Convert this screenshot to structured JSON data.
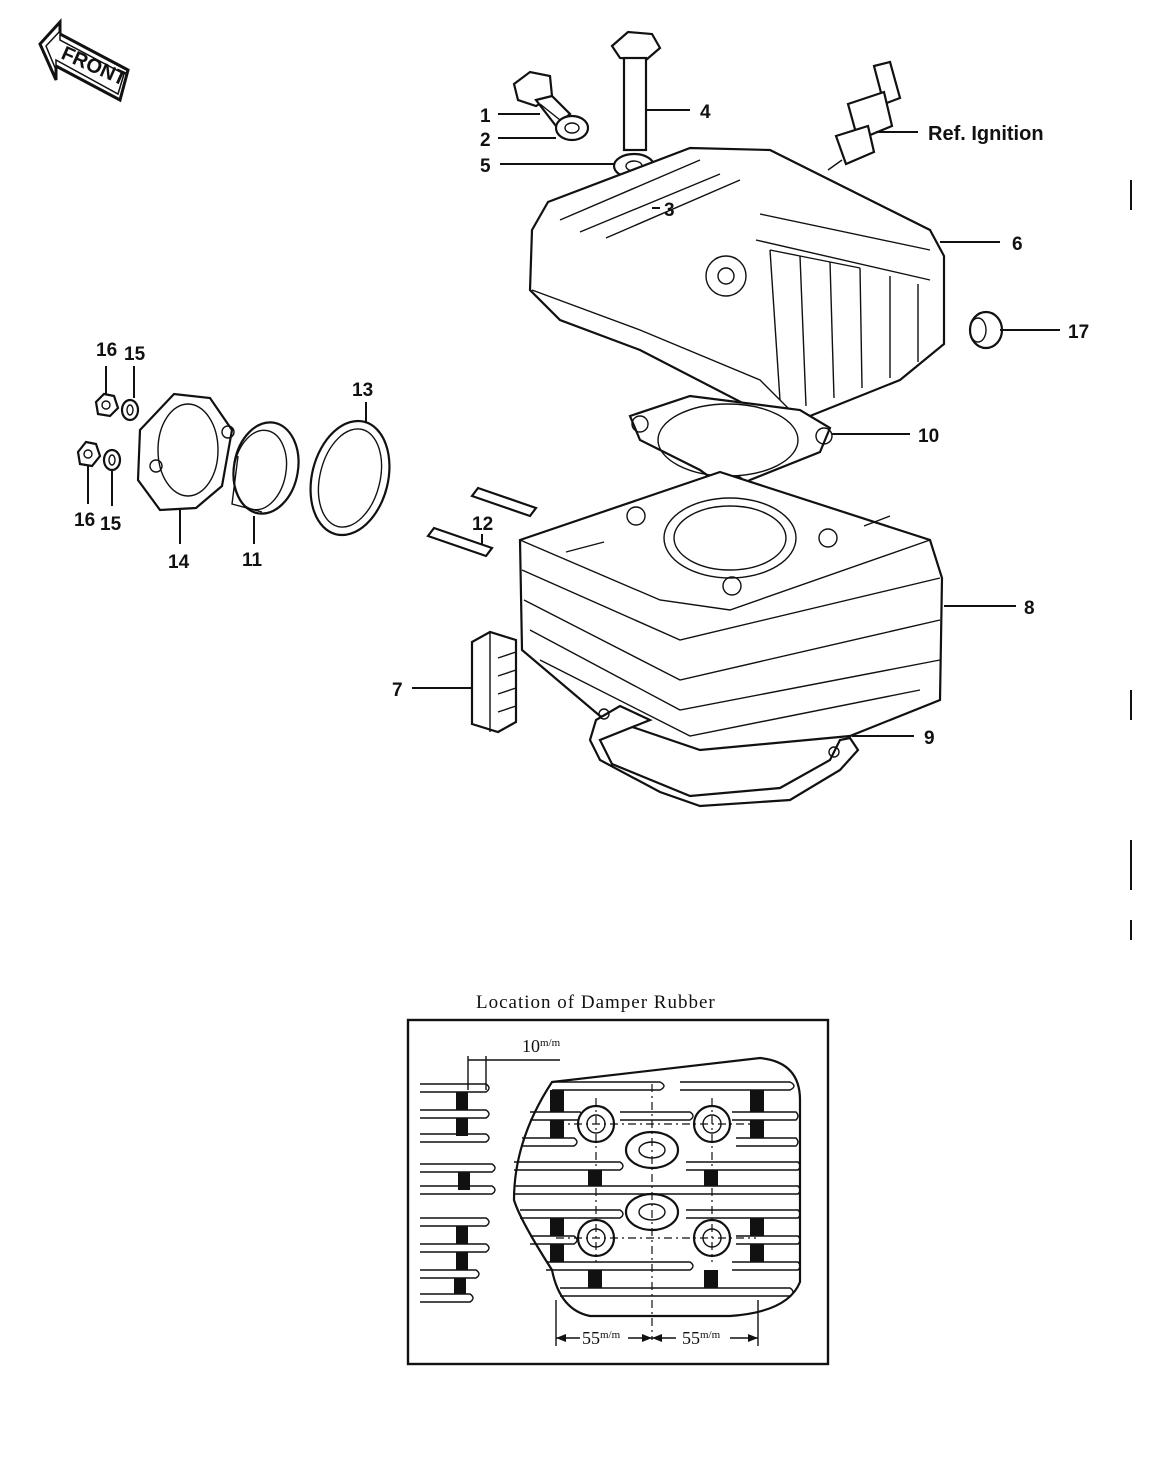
{
  "front_label": "FRONT",
  "ignition_note": "Ref. Ignition",
  "callouts": {
    "c1": "1",
    "c2": "2",
    "c3": "3",
    "c4": "4",
    "c5": "5",
    "c6": "6",
    "c7": "7",
    "c8": "8",
    "c9": "9",
    "c10": "10",
    "c11": "11",
    "c12": "12",
    "c13": "13",
    "c14": "14",
    "c15a": "15",
    "c15b": "15",
    "c16a": "16",
    "c16b": "16",
    "c17": "17"
  },
  "inset": {
    "title": "Location of Damper Rubber",
    "dim_top": "10",
    "dim_left": "55",
    "dim_right": "55",
    "unit": "m/m"
  }
}
